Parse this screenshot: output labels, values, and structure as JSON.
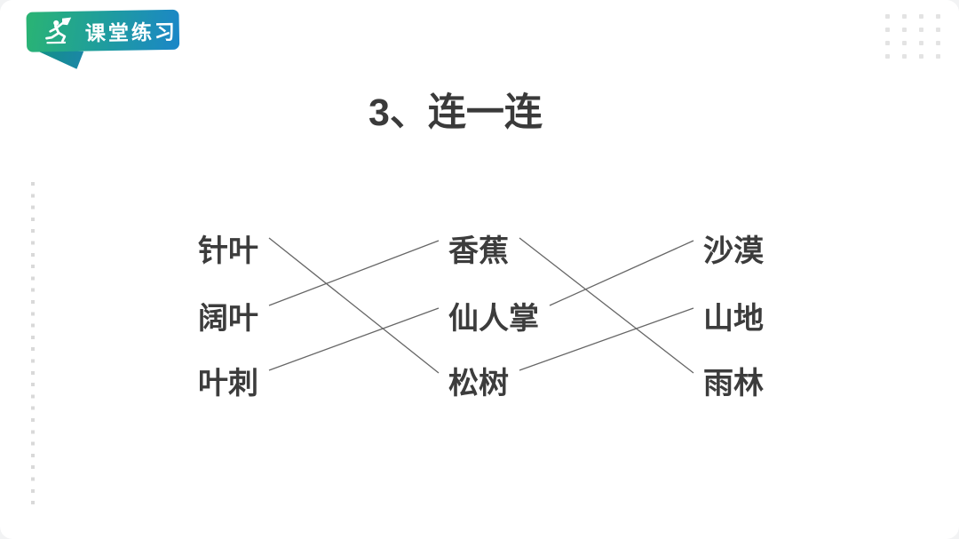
{
  "badge": {
    "label": "课堂练习",
    "icon": "running-person-icon"
  },
  "title": "3、连一连",
  "matching": {
    "columns": [
      {
        "id": "left",
        "items": [
          {
            "id": "zhenye",
            "label": "针叶"
          },
          {
            "id": "kuoye",
            "label": "阔叶"
          },
          {
            "id": "yeci",
            "label": "叶刺"
          }
        ]
      },
      {
        "id": "middle",
        "items": [
          {
            "id": "xiangjiao",
            "label": "香蕉"
          },
          {
            "id": "xianrenzhang",
            "label": "仙人掌"
          },
          {
            "id": "songshu",
            "label": "松树"
          }
        ]
      },
      {
        "id": "right",
        "items": [
          {
            "id": "shamo",
            "label": "沙漠"
          },
          {
            "id": "shandi",
            "label": "山地"
          },
          {
            "id": "yulin",
            "label": "雨林"
          }
        ]
      }
    ],
    "connections": [
      {
        "from": "zhenye",
        "to": "songshu",
        "from_label": "针叶",
        "to_label": "松树"
      },
      {
        "from": "kuoye",
        "to": "xiangjiao",
        "from_label": "阔叶",
        "to_label": "香蕉"
      },
      {
        "from": "yeci",
        "to": "xianrenzhang",
        "from_label": "叶刺",
        "to_label": "仙人掌"
      },
      {
        "from": "xiangjiao",
        "to": "yulin",
        "from_label": "香蕉",
        "to_label": "雨林"
      },
      {
        "from": "xianrenzhang",
        "to": "shamo",
        "from_label": "仙人掌",
        "to_label": "沙漠"
      },
      {
        "from": "songshu",
        "to": "shandi",
        "from_label": "松树",
        "to_label": "山地"
      }
    ]
  },
  "colors": {
    "badge_gradient_start": "#2ab473",
    "badge_gradient_end": "#1b86c8",
    "badge_tail": "#14938e",
    "text": "#3c3c3c",
    "line": "#666666",
    "dot": "#dcdcdc"
  }
}
